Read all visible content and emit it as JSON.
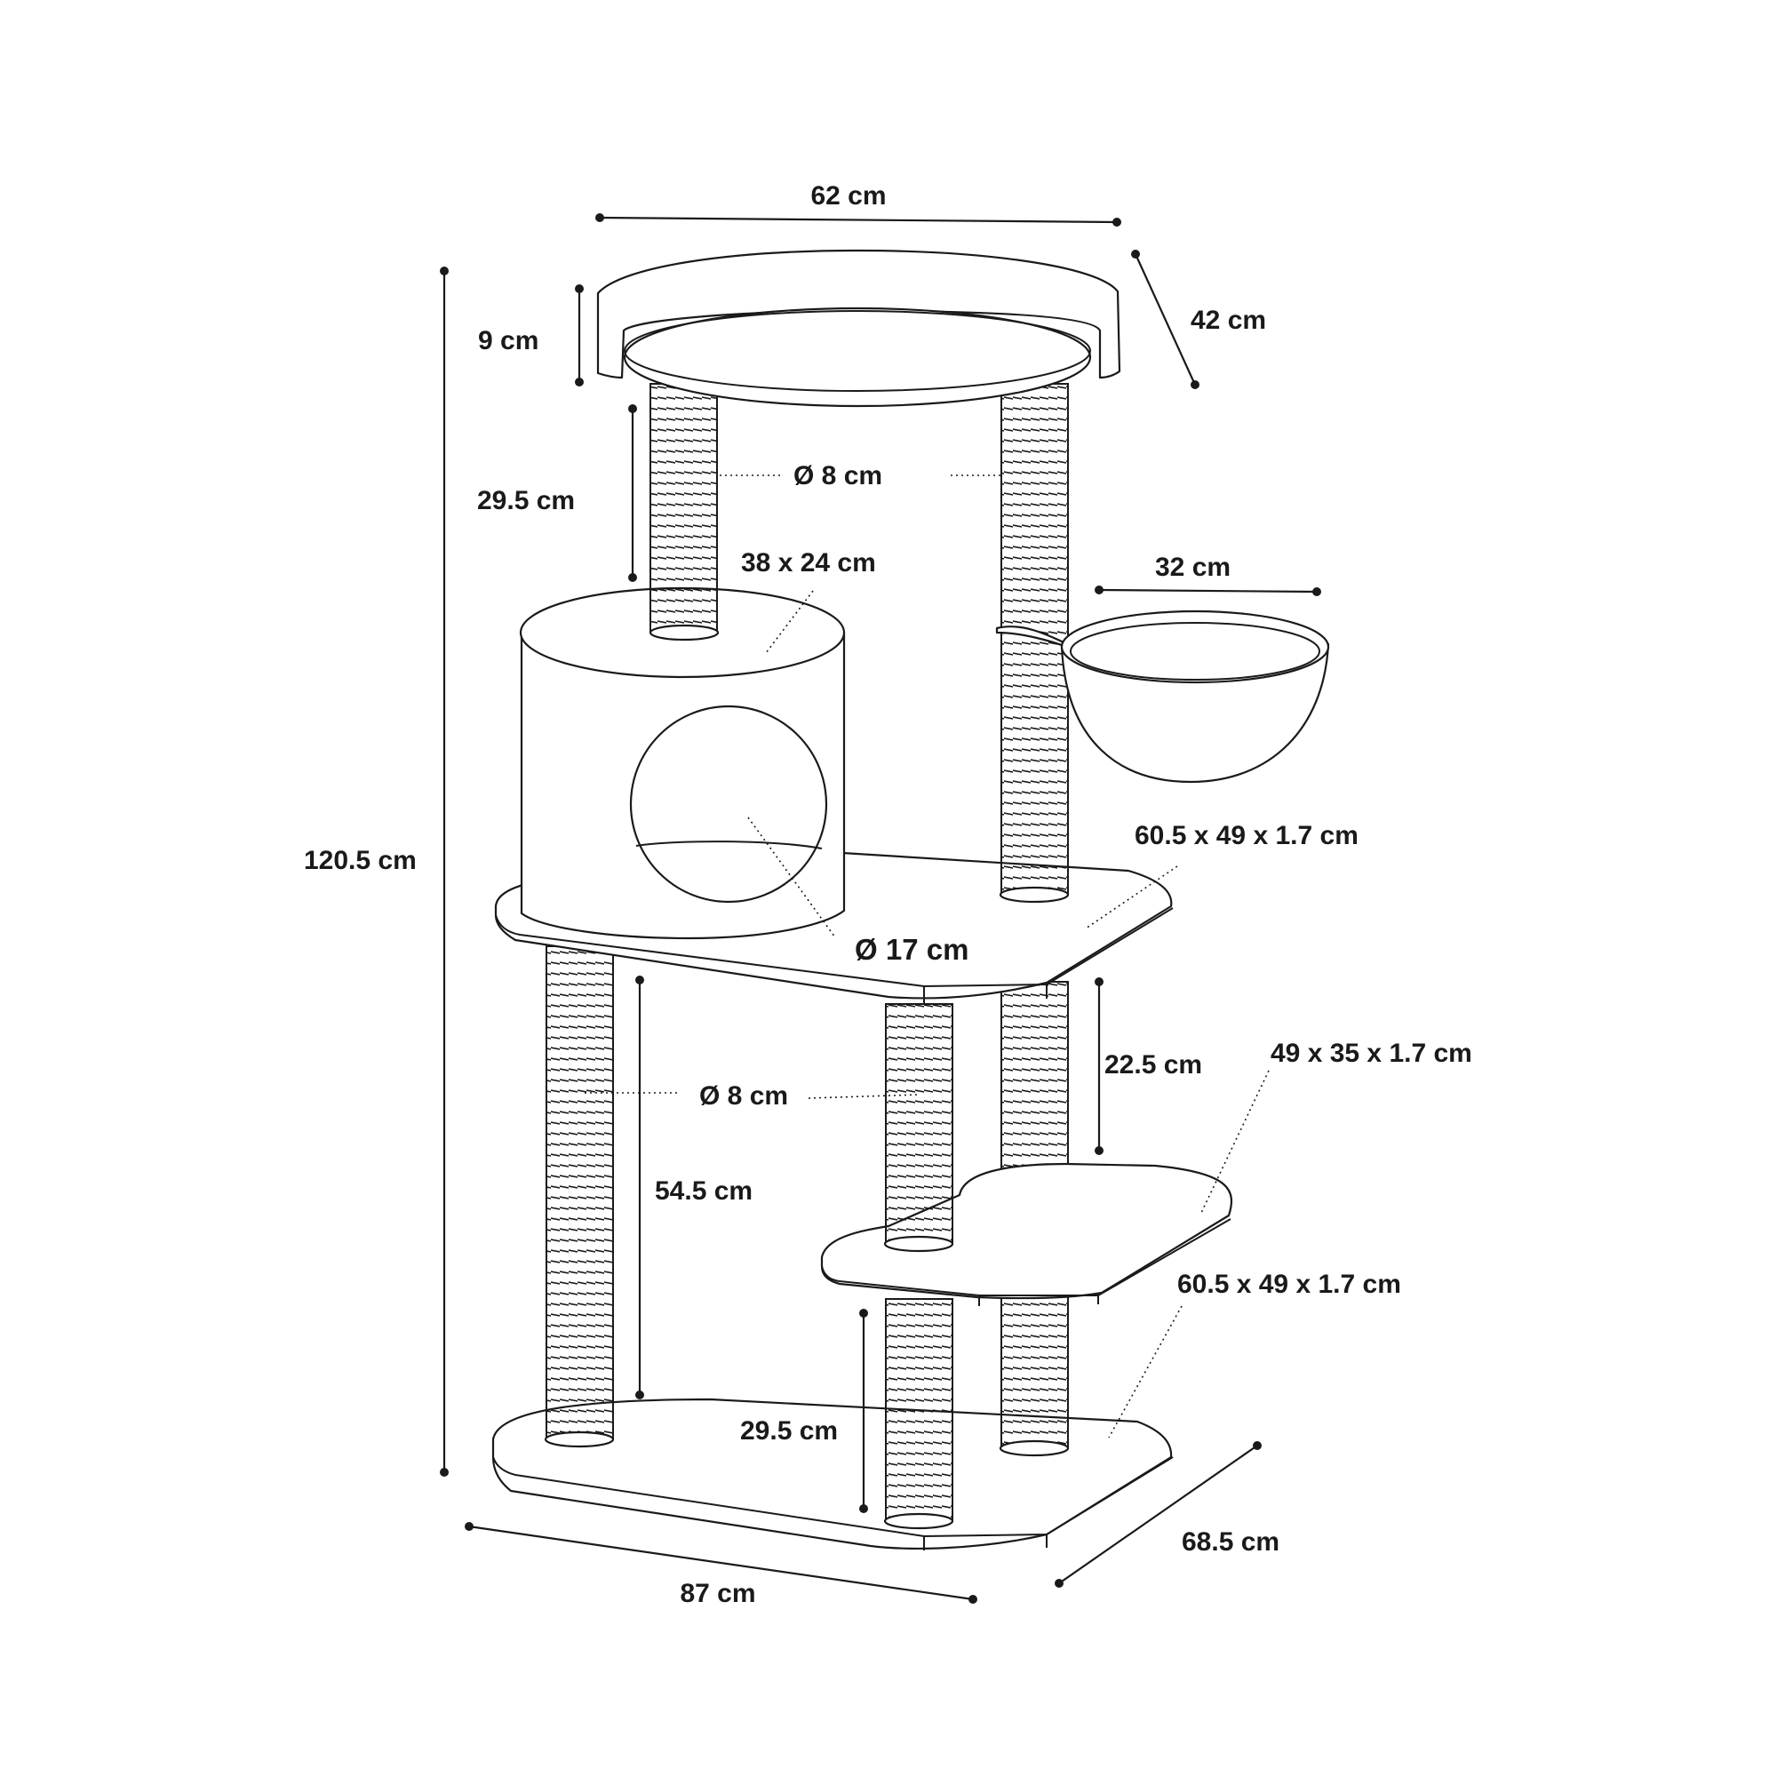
{
  "dimensions": {
    "top_width": "62 cm",
    "top_depth": "42 cm",
    "top_rim_height": "9 cm",
    "upper_post_height": "29.5 cm",
    "upper_post_diameter": "Ø 8 cm",
    "condo_size": "38 x 24 cm",
    "hammock_width": "32 cm",
    "total_height": "120.5 cm",
    "middle_platform_size": "60.5 x 49 x 1.7 cm",
    "condo_opening": "Ø 17 cm",
    "step_post_height": "22.5 cm",
    "step_platform_size": "49 x 35 x 1.7 cm",
    "lower_post_diameter": "Ø 8 cm",
    "long_post_height": "54.5 cm",
    "base_size": "60.5 x 49 x 1.7 cm",
    "lower_post_height": "29.5 cm",
    "base_depth": "68.5 cm",
    "base_width": "87 cm"
  }
}
